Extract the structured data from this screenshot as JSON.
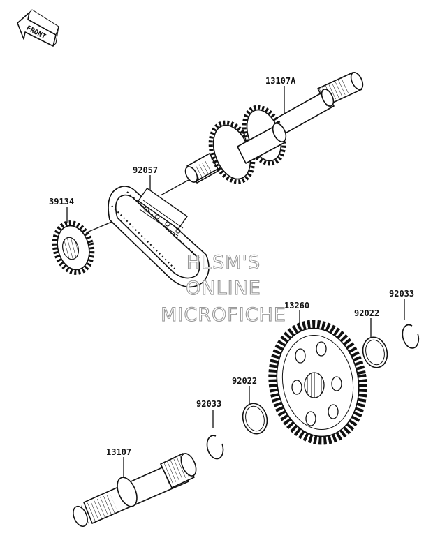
{
  "front_arrow": {
    "text": "FRONT",
    "icon": "front-arrow-icon"
  },
  "watermark": {
    "line1": "HLSM'S",
    "line2": "ONLINE",
    "line3": "MICROFICHE"
  },
  "labels": {
    "shaft_a": "13107A",
    "chain": "92057",
    "sprocket": "39134",
    "gear": "13260",
    "washer_right": "92022",
    "circlip_right": "92033",
    "washer_left": "92022",
    "circlip_left": "92033",
    "shaft": "13107"
  }
}
